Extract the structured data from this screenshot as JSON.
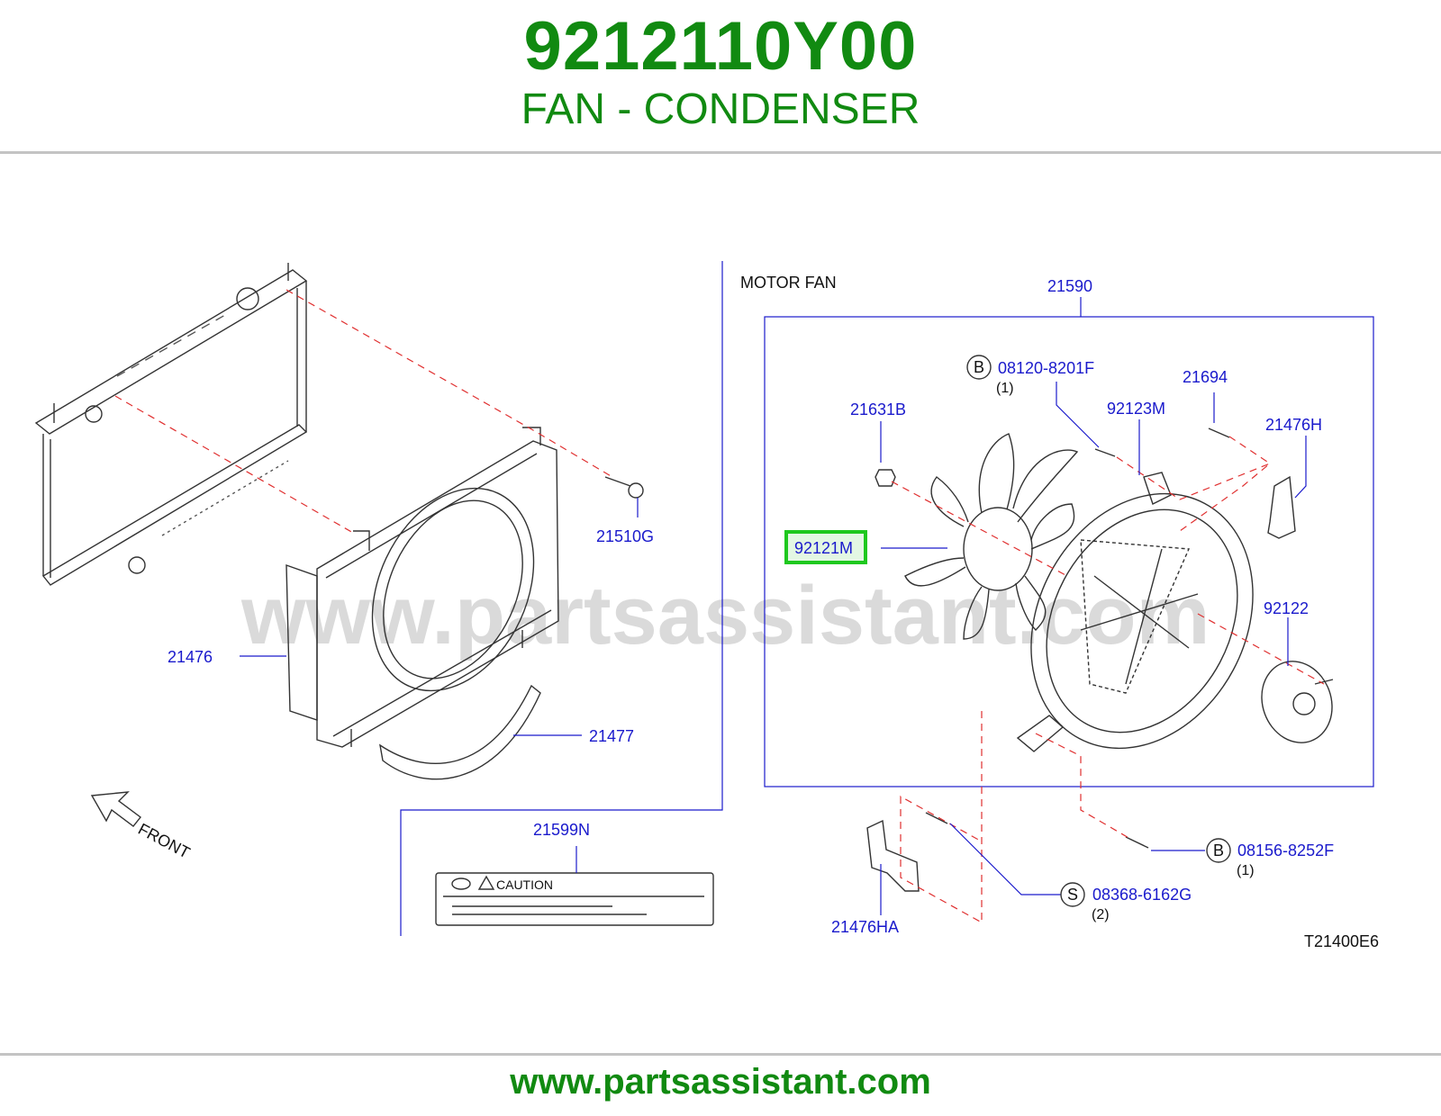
{
  "header": {
    "part_number": "9212110Y00",
    "part_name": "FAN - CONDENSER"
  },
  "diagram": {
    "section_title": "MOTOR FAN",
    "watermark": "www.partsassistant.com",
    "drawing_code": "T21400E6",
    "caution_label": "CAUTION",
    "front_label": "FRONT",
    "highlighted_part": "92121M",
    "callouts": {
      "c21590": "21590",
      "c08120": "08120-8201F",
      "c08120_qty": "(1)",
      "c08120_prefix": "B",
      "c21694": "21694",
      "c21631b": "21631B",
      "c92123m": "92123M",
      "c21476h": "21476H",
      "c92121m": "92121M",
      "c92122": "92122",
      "c08156": "08156-8252F",
      "c08156_qty": "(1)",
      "c08156_prefix": "B",
      "c08368": "08368-6162G",
      "c08368_qty": "(2)",
      "c08368_prefix": "S",
      "c21476ha": "21476HA",
      "c21510g": "21510G",
      "c21476": "21476",
      "c21477": "21477",
      "c21599n": "21599N"
    },
    "colors": {
      "brand_green": "#118a11",
      "callout_blue": "#1a1acc",
      "highlight_green": "#1ec81e",
      "dash_red": "#e03030"
    }
  },
  "footer": {
    "url": "www.partsassistant.com"
  }
}
